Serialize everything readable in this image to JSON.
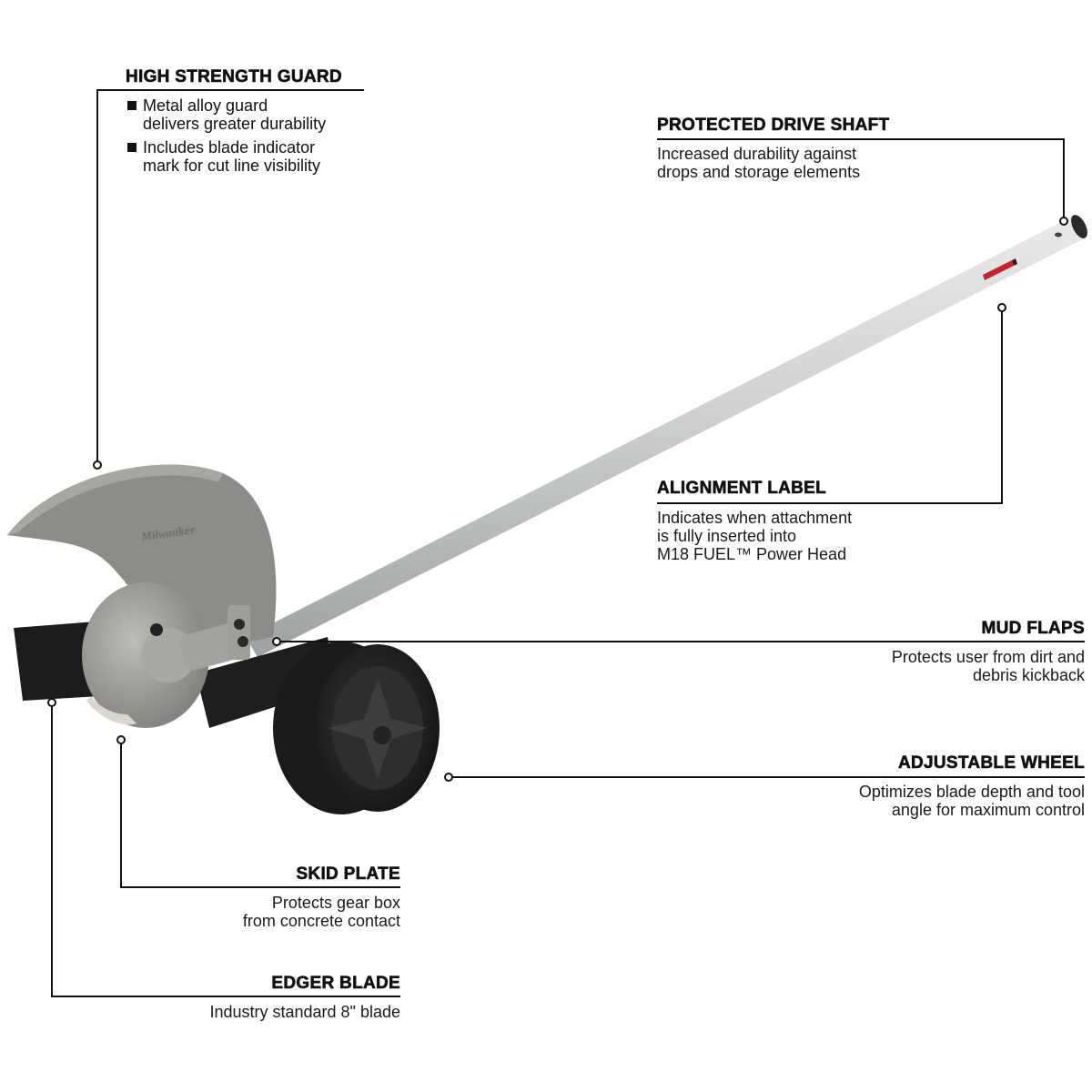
{
  "product": {
    "brand_mark": "Milwaukee",
    "colors": {
      "guard": "#8a8a86",
      "shaft": "#c9cbcb",
      "blade": "#1c1c1c",
      "wheel": "#2b2b2b",
      "label_red": "#c8232c",
      "line": "#111111"
    }
  },
  "callouts": {
    "guard": {
      "title": "HIGH STRENGTH GUARD",
      "bullets": [
        "Metal alloy guard\ndelivers greater durability",
        "Includes blade indicator\nmark for cut line visibility"
      ]
    },
    "drive_shaft": {
      "title": "PROTECTED DRIVE SHAFT",
      "desc": "Increased durability against\ndrops and storage elements"
    },
    "alignment": {
      "title": "ALIGNMENT LABEL",
      "desc": "Indicates when attachment\nis fully inserted into\nM18 FUEL™ Power Head"
    },
    "mud_flaps": {
      "title": "MUD FLAPS",
      "desc": "Protects user from dirt and\ndebris kickback"
    },
    "wheel": {
      "title": "ADJUSTABLE WHEEL",
      "desc": "Optimizes blade depth and tool\nangle for maximum control"
    },
    "skid_plate": {
      "title": "SKID PLATE",
      "desc": "Protects gear box\nfrom concrete contact"
    },
    "blade": {
      "title": "EDGER BLADE",
      "desc": "Industry standard 8\" blade"
    }
  }
}
